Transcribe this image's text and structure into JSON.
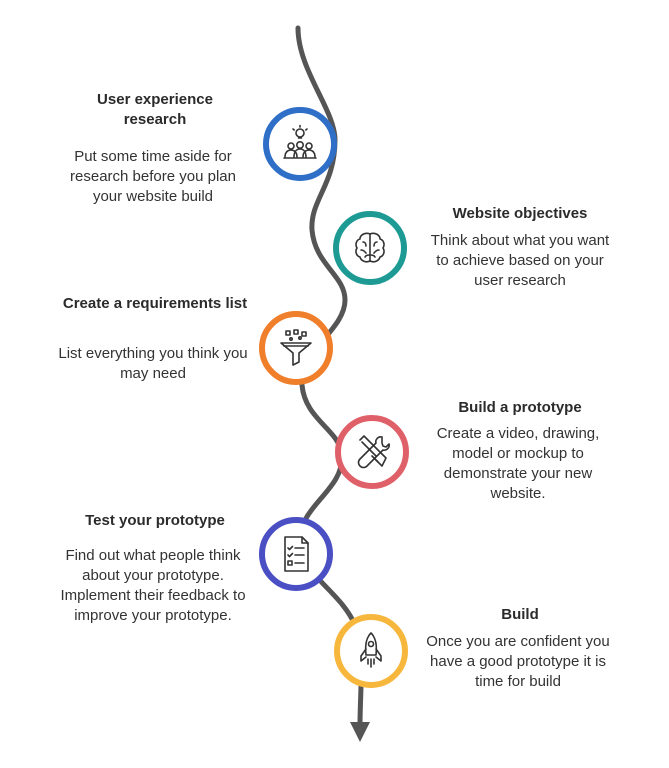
{
  "steps": [
    {
      "title": "User experience research",
      "description": "Put some time aside for research before you plan your website build",
      "icon": "lightbulb-team-icon",
      "color": "#2F6FC7"
    },
    {
      "title": "Website objectives",
      "description": "Think about what you want to achieve based on your user research",
      "icon": "brain-icon",
      "color": "#1E9A94"
    },
    {
      "title": "Create a requirements list",
      "description": "List everything you think you may need",
      "icon": "funnel-icon",
      "color": "#F07F2C"
    },
    {
      "title": "Build a prototype",
      "description": "Create a video, drawing, model or mockup to demonstrate your new website.",
      "icon": "tools-icon",
      "color": "#E0606A"
    },
    {
      "title": "Test your prototype",
      "description": "Find out what people think about your prototype. Implement their feedback to improve your prototype.",
      "icon": "checklist-icon",
      "color": "#4A4FC4"
    },
    {
      "title": "Build",
      "description": "Once you are confident you have a good prototype it is time for build",
      "icon": "rocket-icon",
      "color": "#F6B73C"
    }
  ],
  "path_color": "#555555"
}
